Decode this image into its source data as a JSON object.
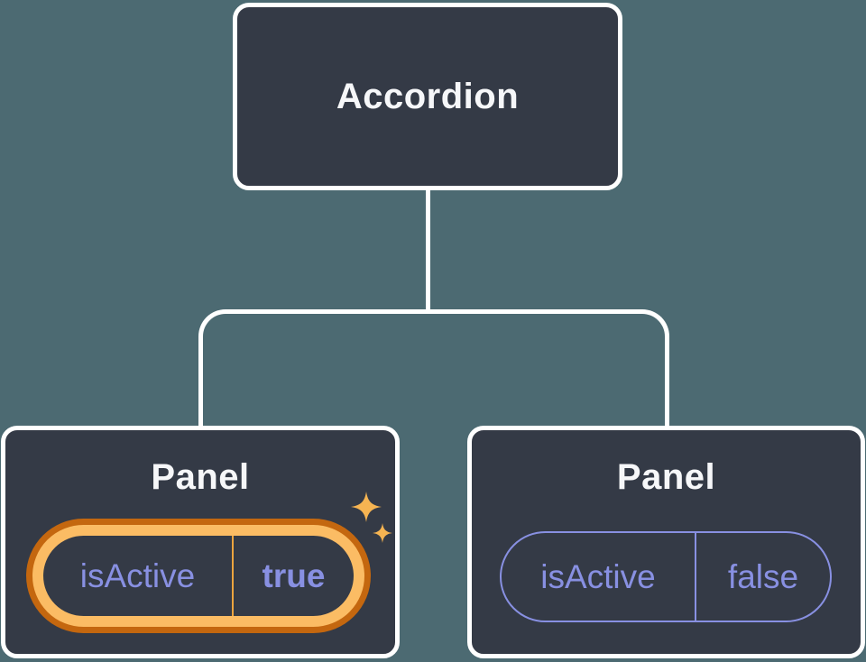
{
  "colors": {
    "background": "#4c6a72",
    "node_fill": "#343a46",
    "node_border": "#ffffff",
    "connector": "#ffffff",
    "title_text": "#f6f7f9",
    "state_text": "#8890e2",
    "ring_outer": "#c4670f",
    "ring_inner": "#fbbc64",
    "divider_gold": "#eba43f",
    "sparkle": "#f6b452"
  },
  "tree": {
    "root": {
      "title": "Accordion"
    },
    "children": [
      {
        "title": "Panel",
        "state_key": "isActive",
        "state_value": "true",
        "highlighted": true
      },
      {
        "title": "Panel",
        "state_key": "isActive",
        "state_value": "false",
        "highlighted": false
      }
    ]
  }
}
